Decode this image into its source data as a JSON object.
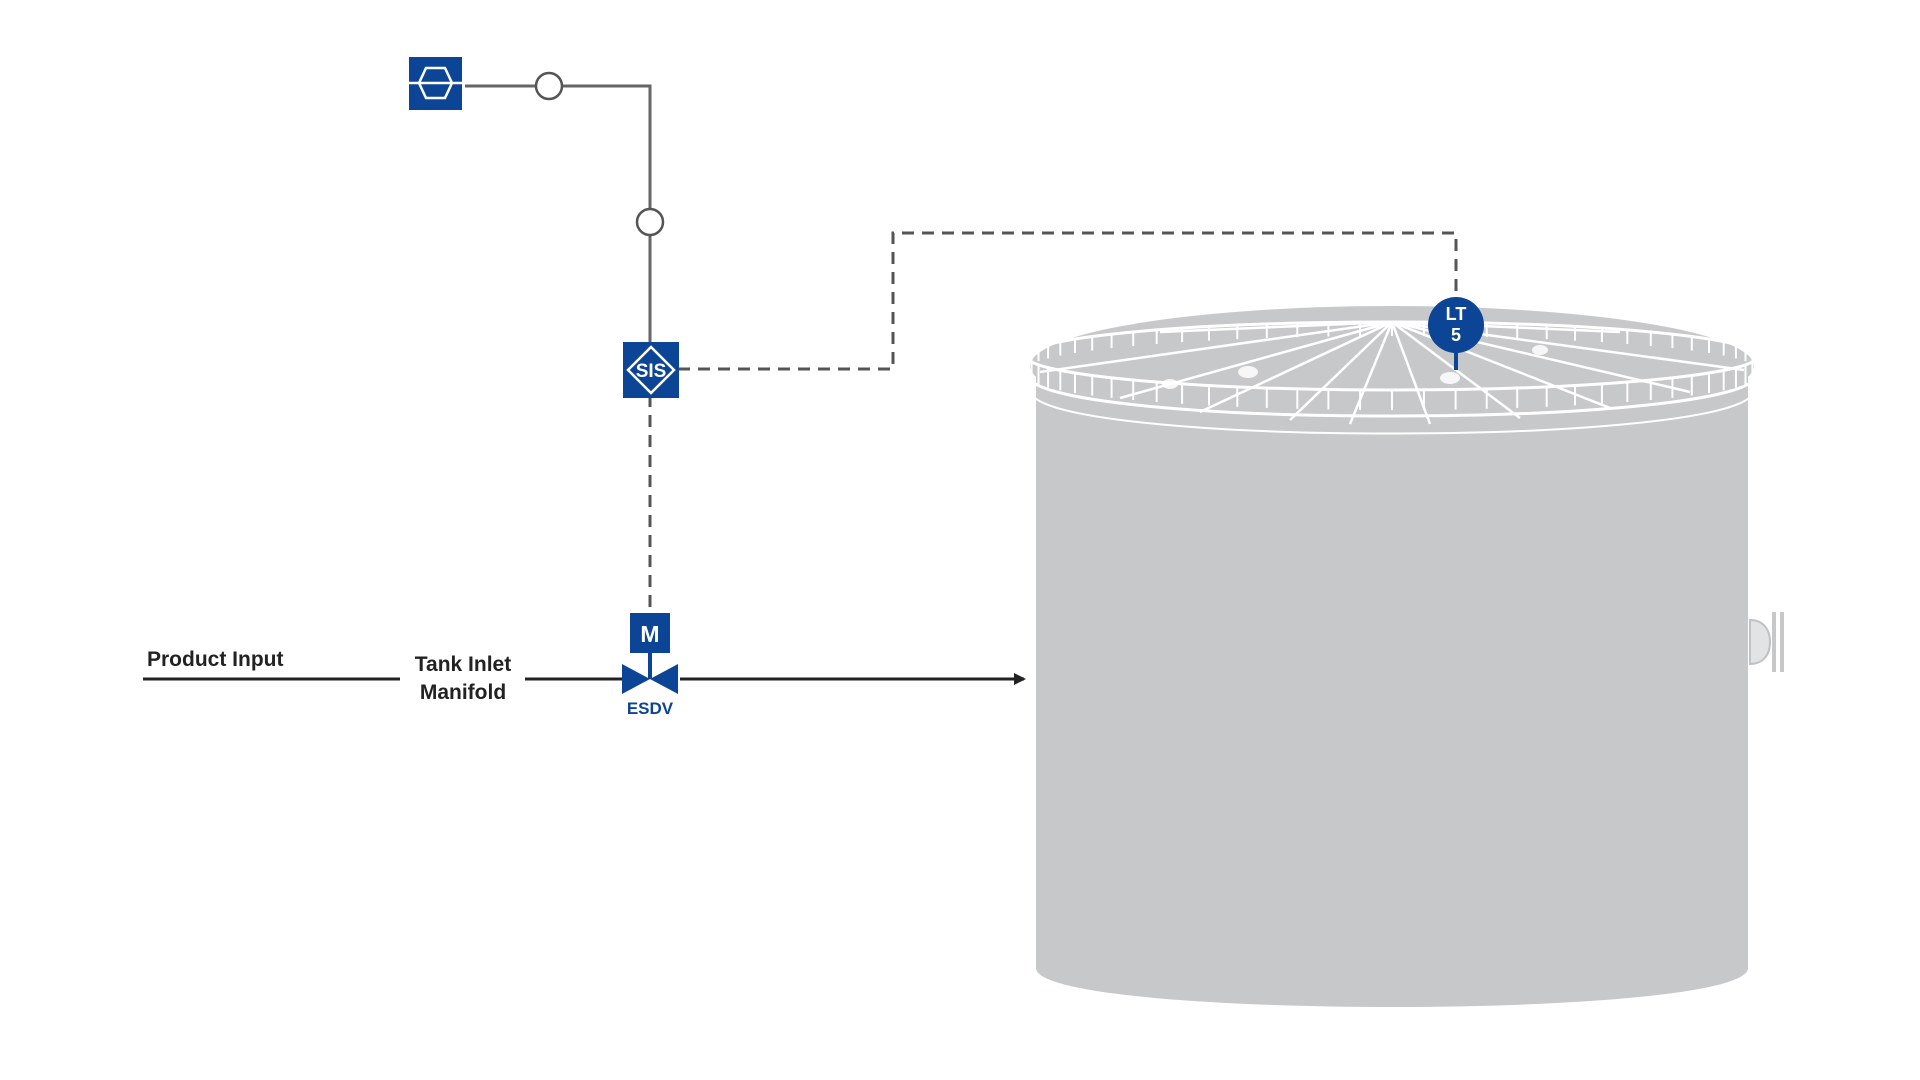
{
  "labels": {
    "product_input": "Product Input",
    "manifold_line1": "Tank Inlet",
    "manifold_line2": "Manifold",
    "esdv": "ESDV"
  },
  "symbols": {
    "sis": "SIS",
    "motor": "M",
    "lt_tag_line1": "LT",
    "lt_tag_line2": "5"
  },
  "colors": {
    "instrument_blue": "#0d4596",
    "tank_gray": "#c7c8ca",
    "line_dark": "#222222",
    "line_gray": "#666666"
  }
}
